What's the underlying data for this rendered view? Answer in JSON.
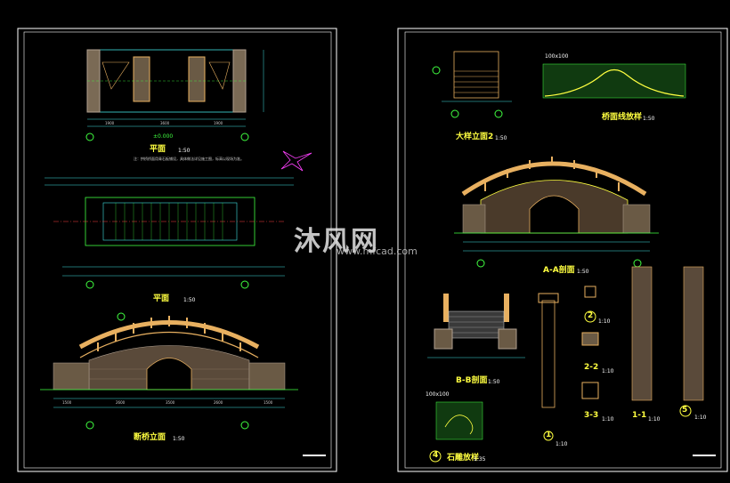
{
  "sheet_left": {
    "views": {
      "plan": {
        "title": "平面",
        "scale": "1:50",
        "elev": "±0.000"
      },
      "plan2": {
        "title": "平面",
        "scale": "1:50"
      },
      "elevation": {
        "title": "断桥立面",
        "scale": "1:50"
      }
    },
    "note": "注：拱桥桥面用青石板铺设，具体做法详见施工图，标高以现场为准。",
    "dims": [
      "1900",
      "3600",
      "1900",
      "1500",
      "2600",
      "3500",
      "2600",
      "1500"
    ]
  },
  "sheet_right": {
    "views": {
      "bridge_elev2": {
        "title": "大样立面2",
        "scale": "1:50"
      },
      "curve": {
        "title": "桥面线放样",
        "scale": "1:50",
        "grid_label": "100x100"
      },
      "section_aa": {
        "title": "A-A剖面",
        "scale": "1:50"
      },
      "section_bb": {
        "title": "B-B剖面",
        "scale": "1:50"
      },
      "stone_sample": {
        "title": "石雕放样",
        "scale": "1:35",
        "grid_label": "100x100",
        "num": "4"
      },
      "detail1": {
        "num": "1",
        "scale": "1:10"
      },
      "detail2": {
        "num": "2",
        "scale": "1:10"
      },
      "detail3": {
        "num": "5",
        "scale": "1:10"
      },
      "sec22": {
        "title": "2-2",
        "scale": "1:10"
      },
      "sec33": {
        "title": "3-3",
        "scale": "1:10"
      },
      "sec11": {
        "title": "1-1",
        "scale": "1:10"
      }
    }
  },
  "watermark": {
    "brand": "沐风网",
    "url": "www.mfcad.com"
  },
  "colors": {
    "background": "#000000",
    "frame": "#ffffff",
    "title": "#ffff40",
    "line_cyan": "#40e0e0",
    "line_green": "#40ff40",
    "wood": "#e8b060",
    "stone": "#b0a090",
    "magenta": "#ff40ff"
  }
}
